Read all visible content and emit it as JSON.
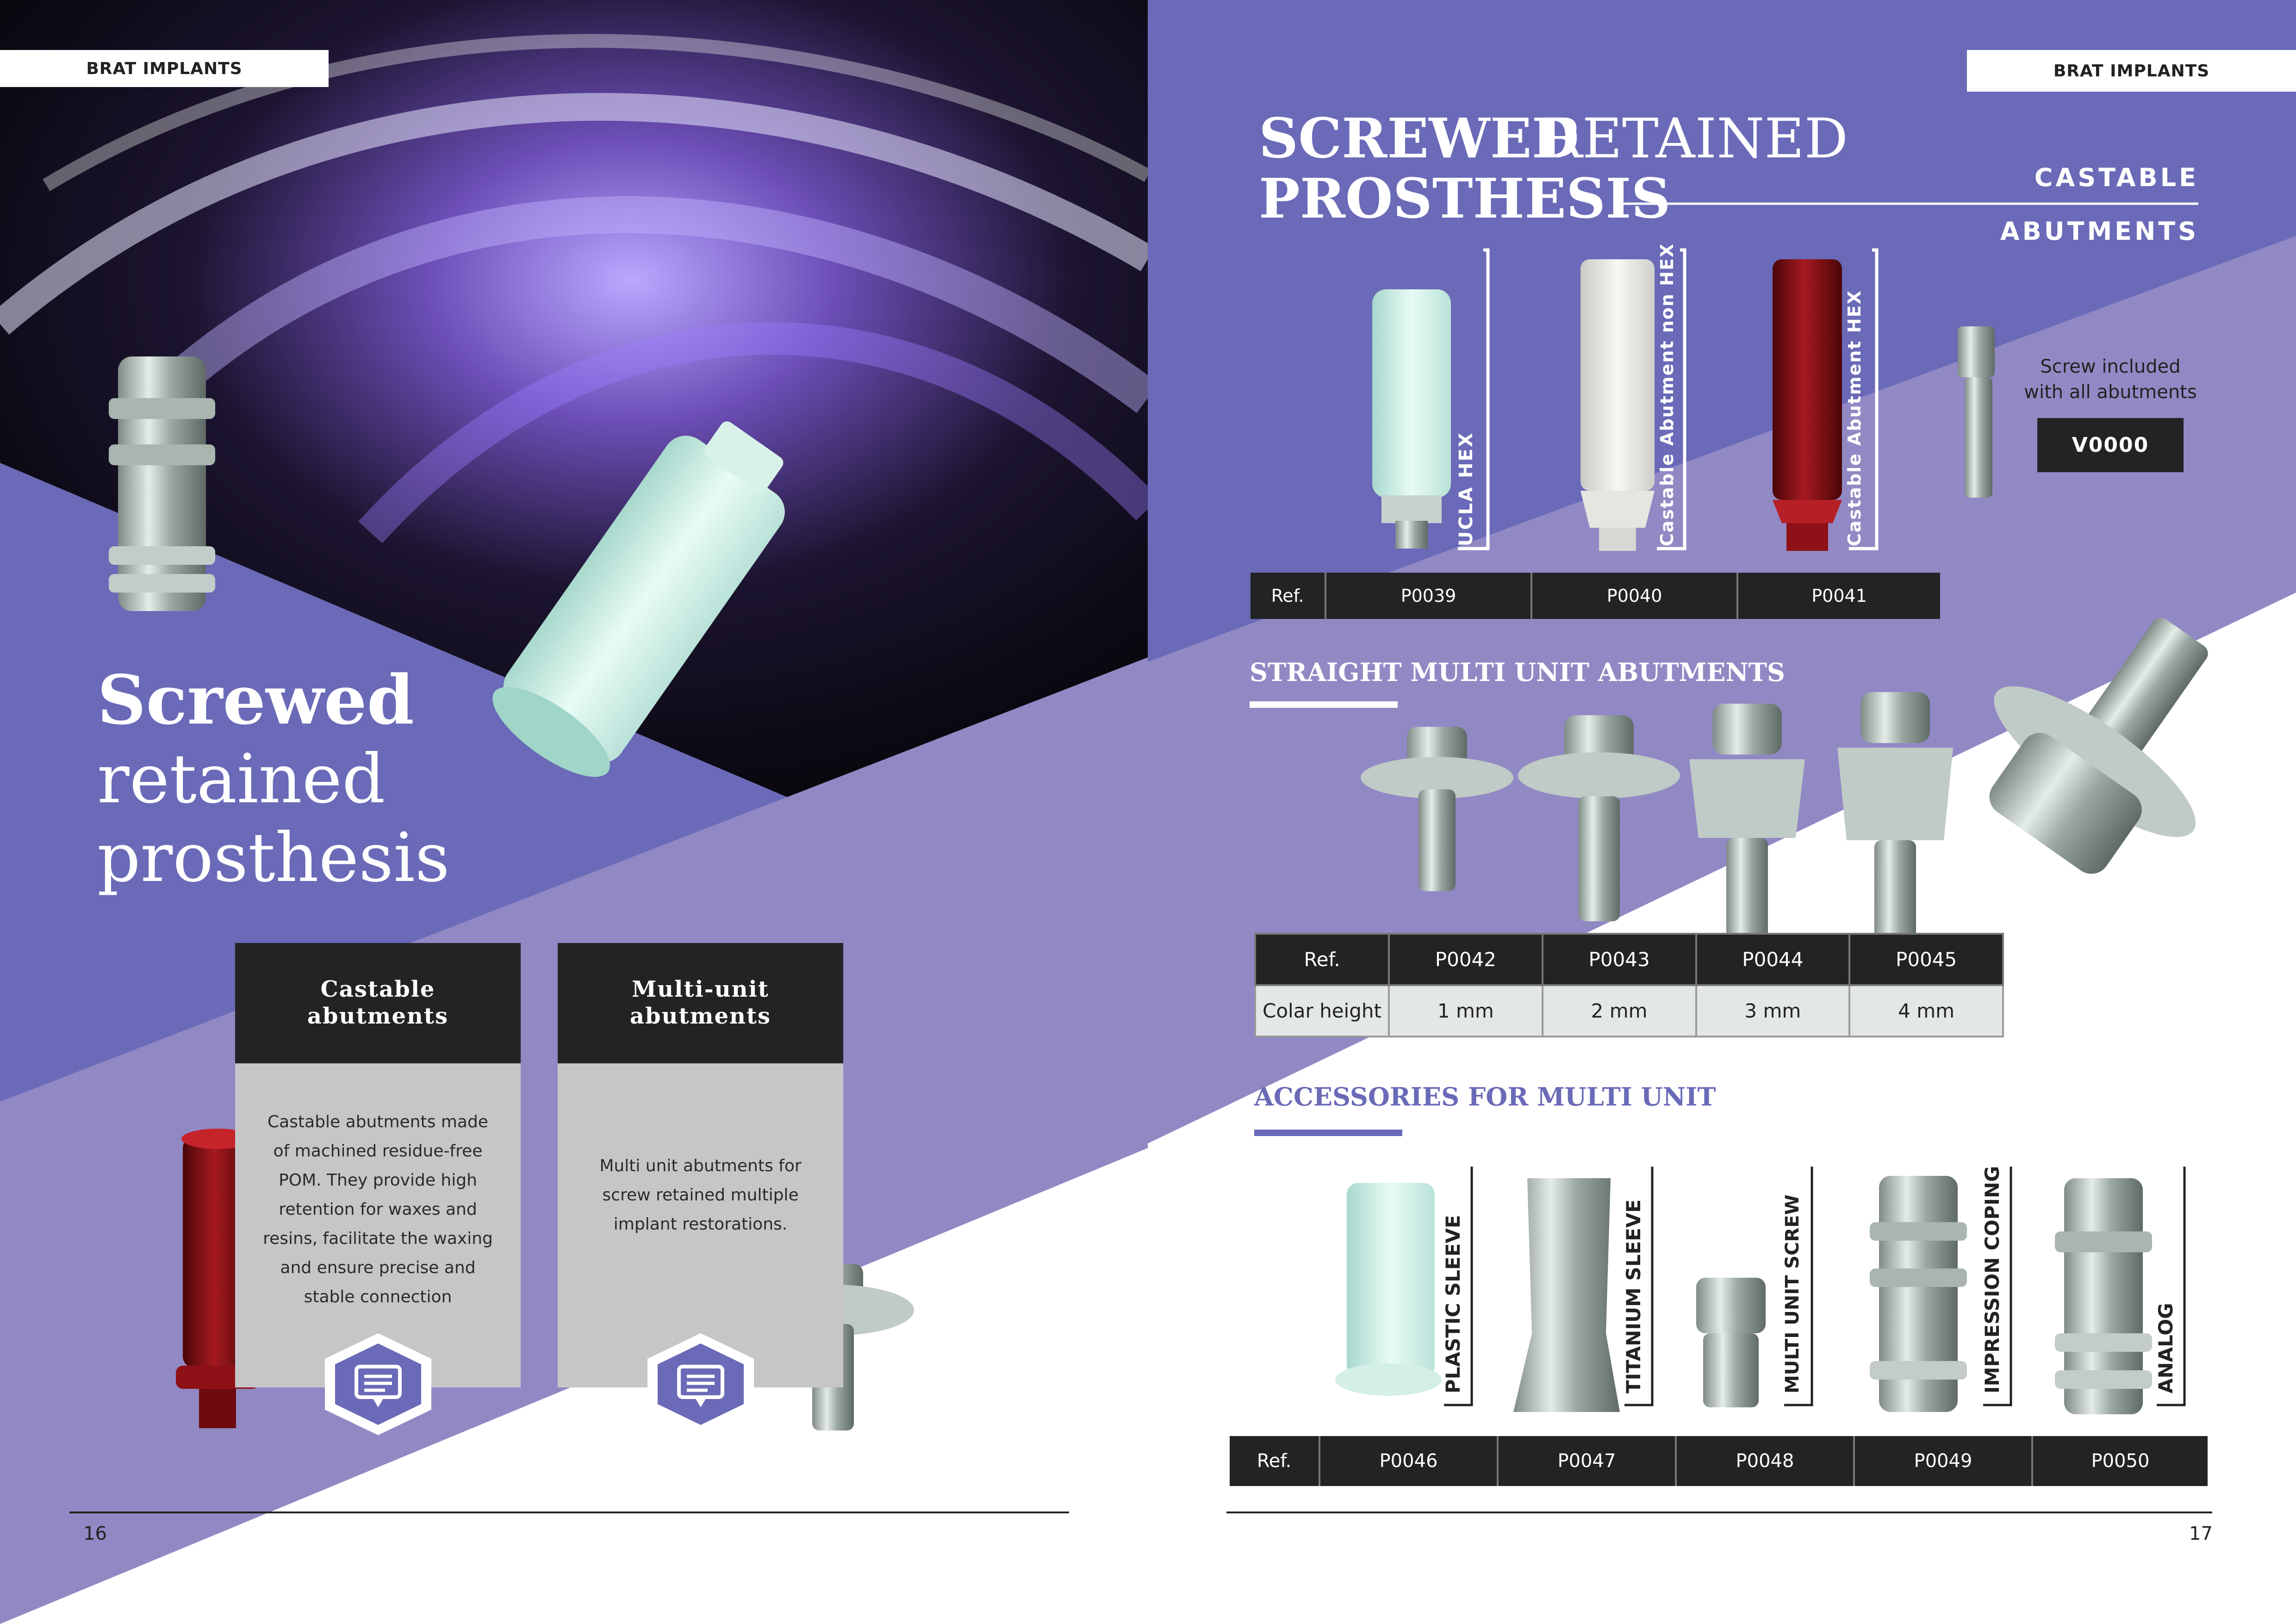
{
  "header": {
    "left_tag": "BRAT IMPLANTS",
    "right_tag": "BRAT IMPLANTS"
  },
  "left_page": {
    "headline": [
      "Screwed",
      "retained",
      "prosthesis"
    ],
    "cards": [
      {
        "title": [
          "Castable",
          "abutments"
        ],
        "body": [
          "Castable abutments made",
          "of machined residue-free",
          "POM. They provide high",
          "retention for waxes and",
          "resins, facilitate the waxing",
          "and ensure precise and",
          "stable connection"
        ]
      },
      {
        "title": [
          "Multi-unit",
          "abutments"
        ],
        "body": [
          "Multi unit abutments for",
          "screw retained multiple",
          "implant restorations."
        ]
      }
    ],
    "page_number": "16"
  },
  "right_page": {
    "title_bold_1": "SCREWED",
    "title_light_1": "RETAINED",
    "title_bold_2": "PROSTHESIS",
    "side_words": [
      "CASTABLE",
      "ABUTMENTS"
    ],
    "castable_labels": [
      "UCLA HEX",
      "Castable Abutment non HEX",
      "Castable Abutment HEX"
    ],
    "screw_note": [
      "Screw included",
      "with all abutments"
    ],
    "screw_ref": "V0000",
    "castable_table": {
      "ref_label": "Ref.",
      "refs": [
        "P0039",
        "P0040",
        "P0041"
      ]
    },
    "straight_title": "STRAIGHT MULTI UNIT ABUTMENTS",
    "straight_table": {
      "ref_label": "Ref.",
      "refs": [
        "P0042",
        "P0043",
        "P0044",
        "P0045"
      ],
      "row_label": "Colar height",
      "heights": [
        "1 mm",
        "2 mm",
        "3 mm",
        "4 mm"
      ]
    },
    "accessories_title": "ACCESSORIES FOR MULTI UNIT",
    "accessory_labels": [
      "PLASTIC SLEEVE",
      "TITANIUM SLEEVE",
      "MULTI UNIT SCREW",
      "IMPRESSION COPING",
      "ANALOG"
    ],
    "accessories_table": {
      "ref_label": "Ref.",
      "refs": [
        "P0046",
        "P0047",
        "P0048",
        "P0049",
        "P0050"
      ]
    },
    "page_number": "17"
  },
  "colors": {
    "purple_dark": "#6a6ab8",
    "purple_light": "#9189c4",
    "dark": "#232325",
    "card_grey": "#c6c6c9",
    "accent_title": "#6a6ab8"
  },
  "icons": [
    "message-icon"
  ]
}
